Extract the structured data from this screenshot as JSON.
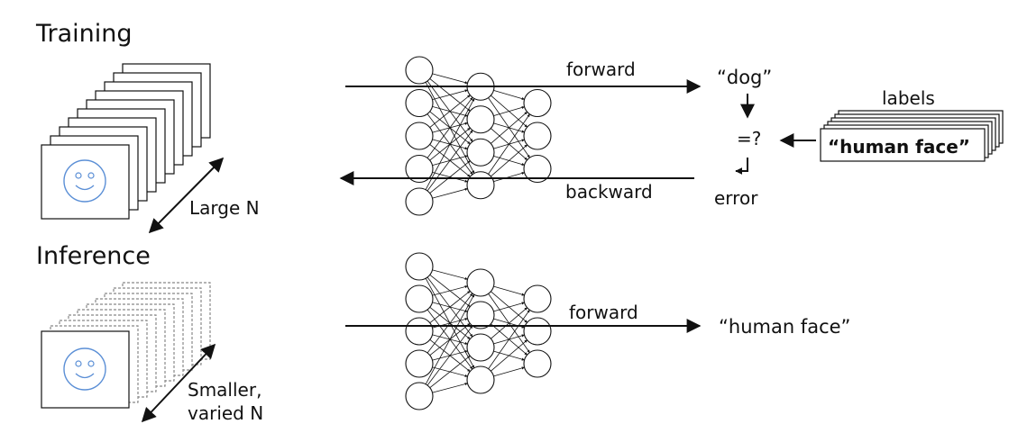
{
  "training": {
    "heading": "Training",
    "batch_label": "Large N",
    "pass_forward": "forward",
    "pass_backward": "backward",
    "prediction": "“dog”",
    "compare": "=?",
    "error_label": "error",
    "labels_title": "labels",
    "label_value": "“human face”"
  },
  "inference": {
    "heading": "Inference",
    "batch_label_line1": "Smaller,",
    "batch_label_line2": "varied N",
    "pass_forward": "forward",
    "prediction": "“human face”"
  },
  "network": {
    "layer_sizes": [
      5,
      4,
      3
    ]
  },
  "colors": {
    "line": "#111111",
    "face": "#5b8fd6",
    "dashed_card": "#888888"
  }
}
